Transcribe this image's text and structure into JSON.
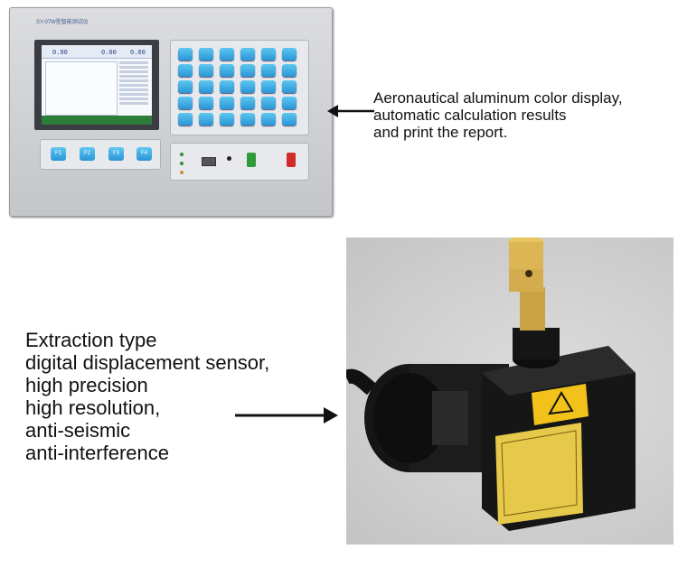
{
  "panel": {
    "title": "SY-07W型智能测试仪",
    "screen_values": [
      "0.90",
      "0.00",
      "0.00"
    ],
    "function_keys": [
      "F1",
      "F2",
      "F3",
      "F4"
    ]
  },
  "annotation_top": [
    "Aeronautical aluminum color display,",
    "automatic calculation results",
    "and print the report."
  ],
  "annotation_bottom": [
    "Extraction type",
    "digital displacement sensor,",
    "high precision",
    "high resolution,",
    "anti-seismic",
    "anti-interference"
  ],
  "colors": {
    "key_blue": "#2a95d6",
    "start_green": "#2f9a3a",
    "stop_red": "#d22a2a",
    "warning_yellow": "#f2c21a"
  }
}
